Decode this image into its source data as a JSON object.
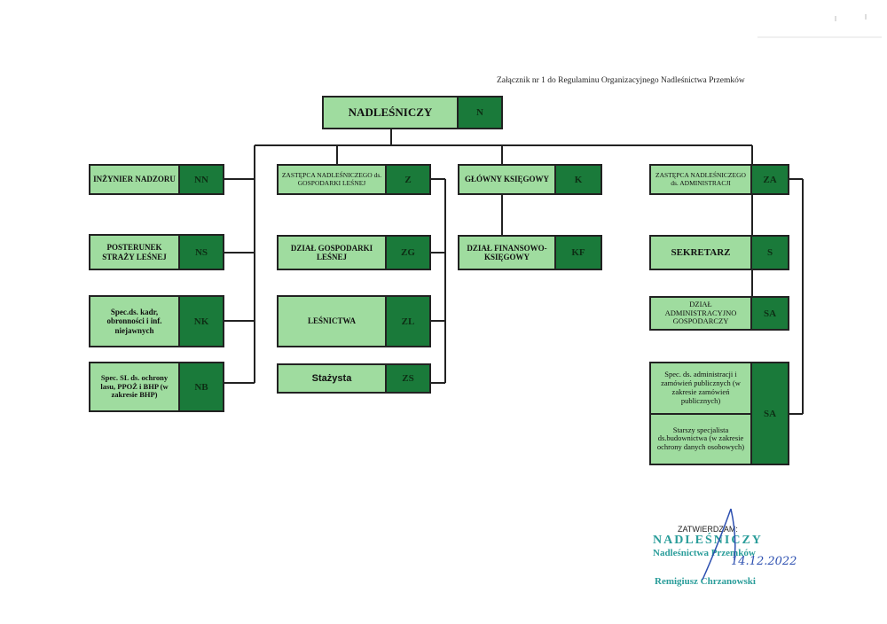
{
  "caption": "Załącznik nr 1 do Regulaminu Organizacyjnego Nadleśnictwa Przemków",
  "boxes": {
    "n": {
      "label": "NADLEŚNICZY",
      "code": "N"
    },
    "nn": {
      "label": "INŻYNIER NADZORU",
      "code": "NN"
    },
    "ns": {
      "label": "POSTERUNEK STRAŻY LEŚNEJ",
      "code": "NS"
    },
    "nk": {
      "label": "Spec.ds. kadr, obronności i inf. niejawnych",
      "code": "NK"
    },
    "nb": {
      "label": "Spec. SL ds. ochrony lasu, PPOŻ i BHP (w zakresie BHP)",
      "code": "NB"
    },
    "z": {
      "label": "ZASTĘPCA NADLEŚNICZEGO ds. GOSPODARKI LEŚNEJ",
      "code": "Z"
    },
    "zg": {
      "label": "DZIAŁ GOSPODARKI LEŚNEJ",
      "code": "ZG"
    },
    "zl": {
      "label": "LEŚNICTWA",
      "code": "ZL"
    },
    "zs": {
      "label": "Stażysta",
      "code": "ZS"
    },
    "k": {
      "label": "GŁÓWNY KSIĘGOWY",
      "code": "K"
    },
    "kf": {
      "label": "DZIAŁ FINANSOWO-KSIĘGOWY",
      "code": "KF"
    },
    "za": {
      "label": "ZASTĘPCA NADLEŚNICZEGO ds. ADMINISTRACJI",
      "code": "ZA"
    },
    "s": {
      "label": "SEKRETARZ",
      "code": "S"
    },
    "sa1": {
      "label": "DZIAŁ ADMINISTRACYJNO GOSPODARCZY",
      "code": "SA"
    },
    "sa2a": {
      "label": "Spec. ds. administracji i zamówień publicznych (w zakresie zamówień publicznych)"
    },
    "sa2b": {
      "label": "Starszy specjalista ds.budownictwa (w zakresie ochrony danych osobowych)"
    },
    "sa2": {
      "code": "SA"
    }
  },
  "stamp": {
    "approve": "ZATWIERDZAM:",
    "title": "NADLEŚNICZY",
    "unit": "Nadleśnictwa Przemków",
    "date": "14.12.2022",
    "name": "Remigiusz Chrzanowski"
  },
  "colors": {
    "box_light": "#9fdc9f",
    "box_dark": "#1a7a3a",
    "stamp": "#2a9d9a",
    "ink": "#2c4fb0"
  }
}
